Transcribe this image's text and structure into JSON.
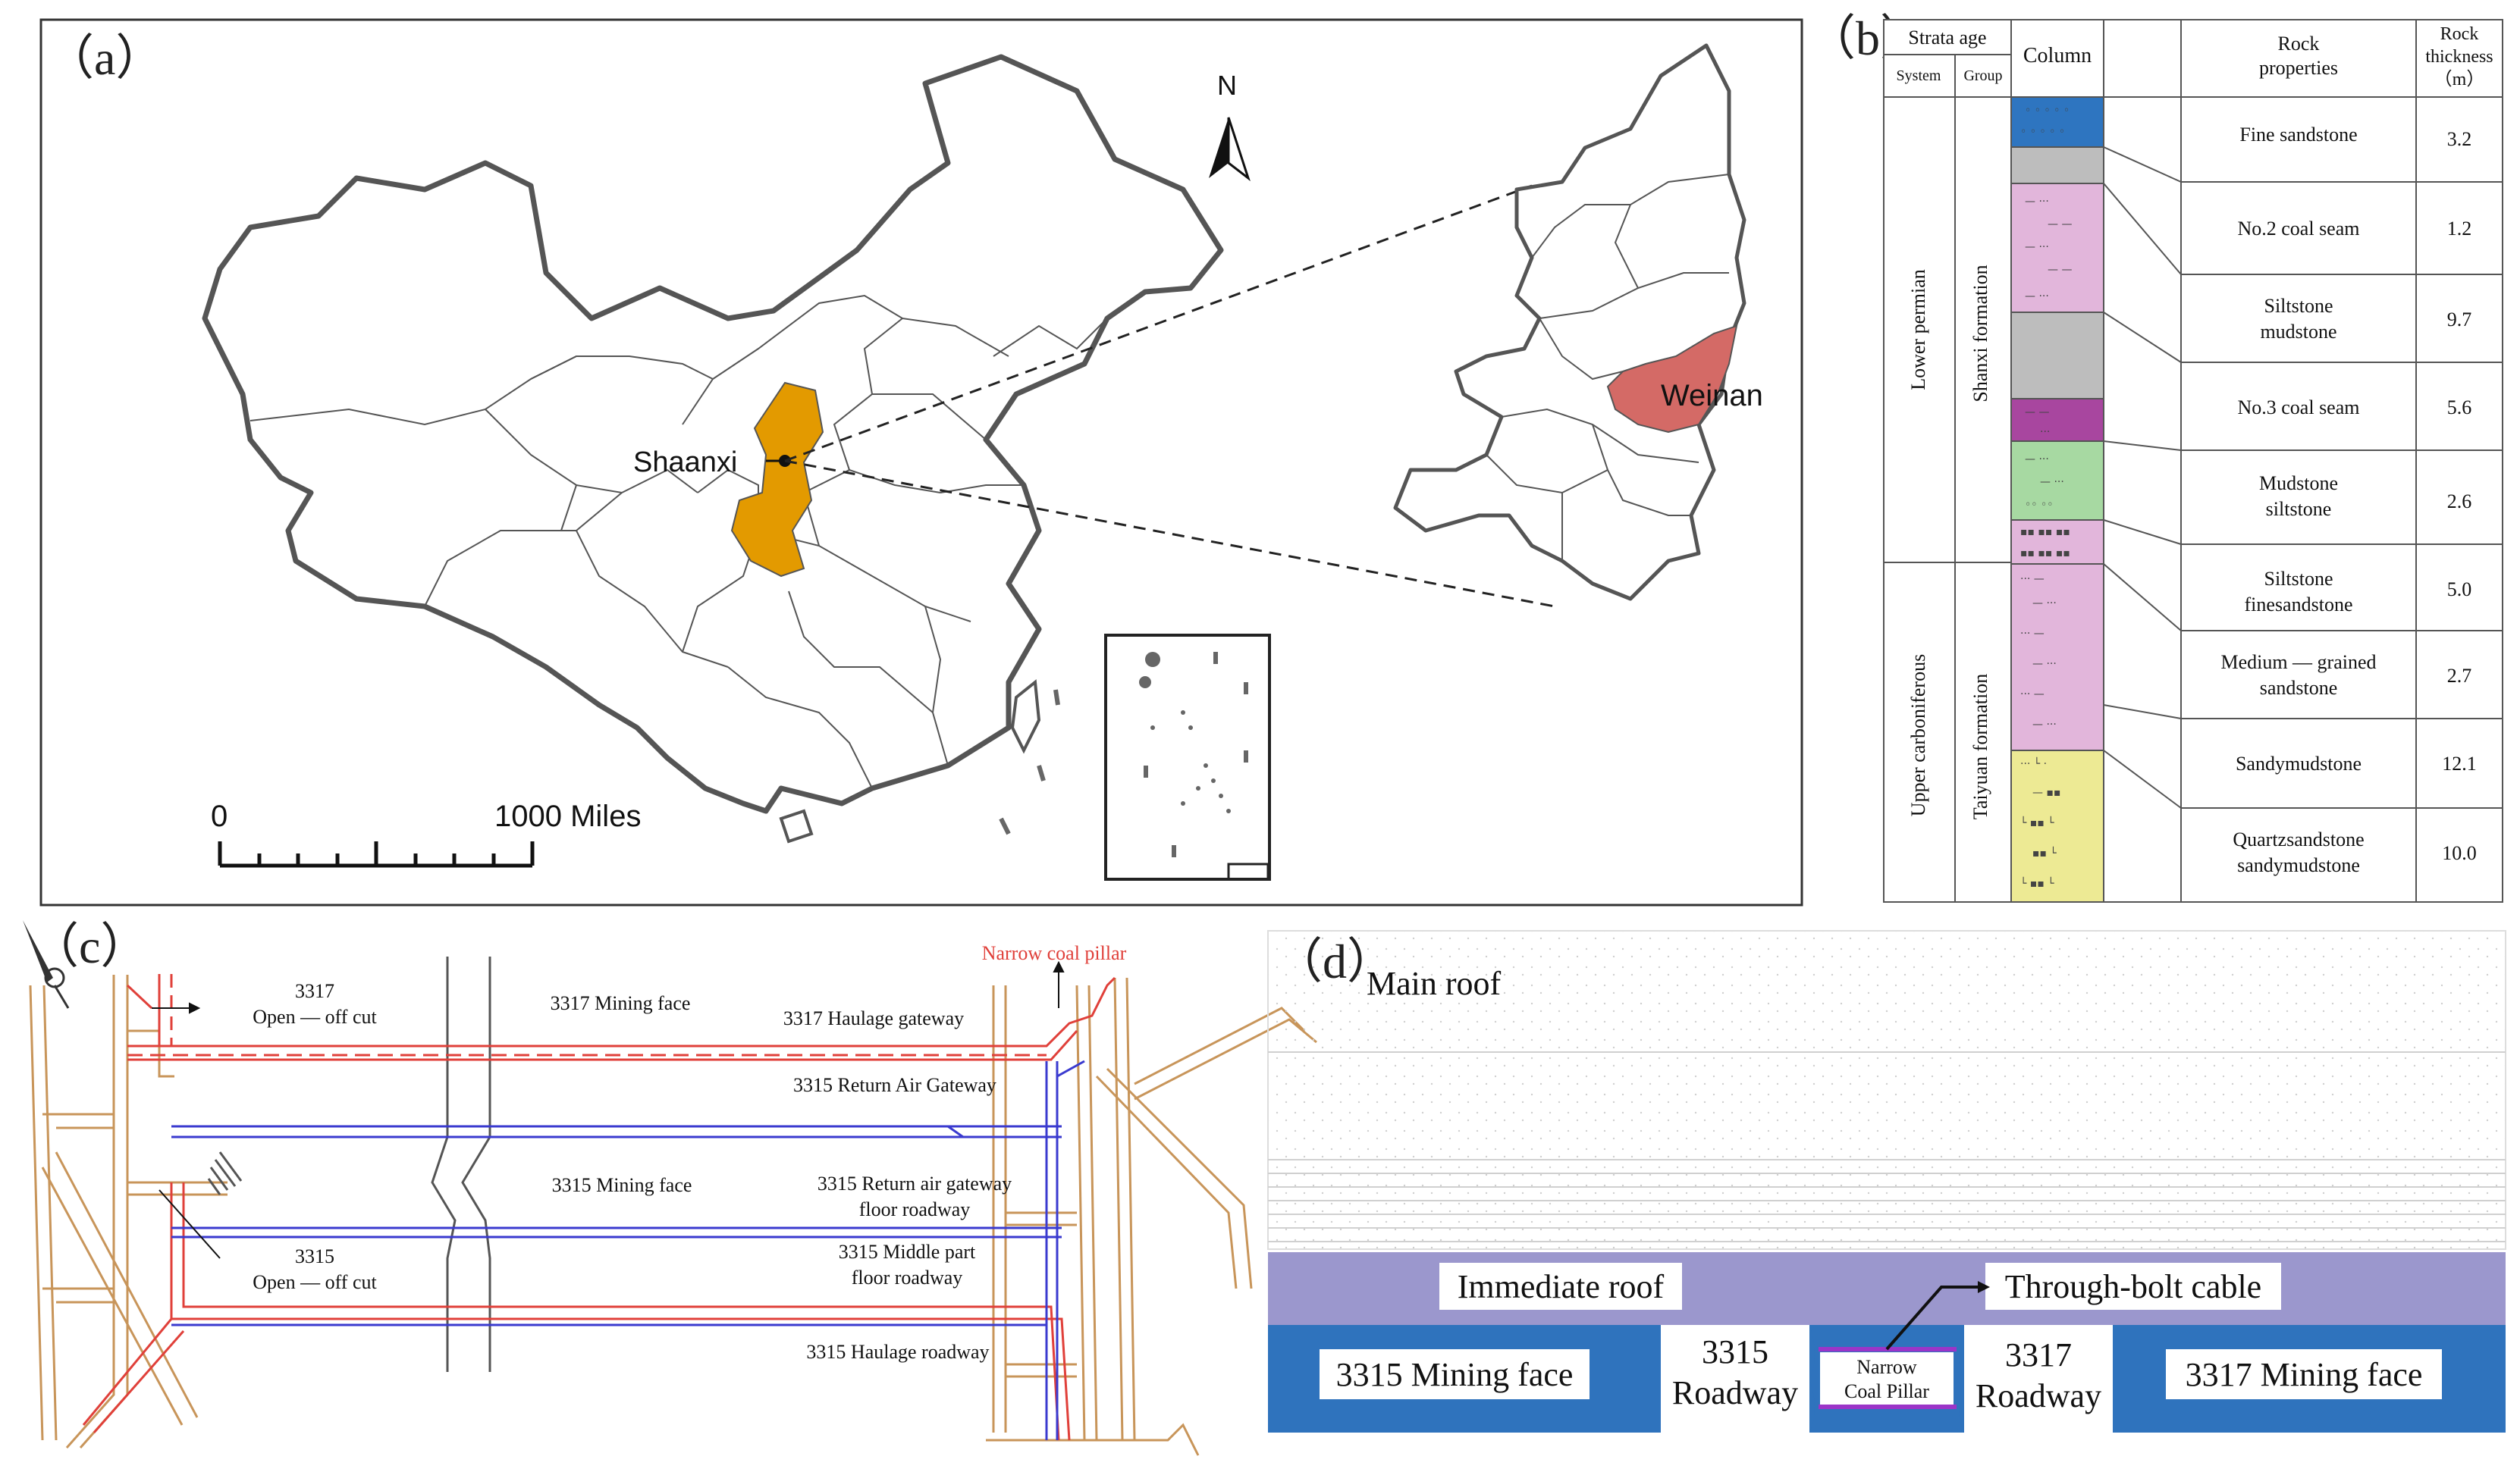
{
  "panel_a": {
    "label": "（a）",
    "shaanxi_label": "Shaanxi",
    "weinan_label": "Weinan",
    "scale_start": "0",
    "scale_end": "1000 Miles",
    "north_label": "N",
    "colors": {
      "shaanxi": "#E39A00",
      "weinan": "#D46A66",
      "border": "#555555"
    }
  },
  "panel_b": {
    "label": "（b）",
    "headers": {
      "strata_age": "Strata age",
      "system": "System",
      "group": "Group",
      "column": "Column",
      "rock_properties": [
        "Rock",
        "properties"
      ],
      "rock_thickness": [
        "Rock",
        "thickness",
        "（m）"
      ]
    },
    "systems": [
      "Lower permian",
      "Upper carboniferous"
    ],
    "groups": [
      "Shanxi formation",
      "Taiyuan formation"
    ],
    "layers": [
      {
        "name": [
          "Fine sandstone"
        ],
        "thickness": "3.2",
        "color": "#2E75C0"
      },
      {
        "name": [
          "No.2  coal seam"
        ],
        "thickness": "1.2",
        "color": "#BDBDBD"
      },
      {
        "name": [
          "Siltstone",
          "mudstone"
        ],
        "thickness": "9.7",
        "color": "#E2B6DB"
      },
      {
        "name": [
          "No.3  coal seam"
        ],
        "thickness": "5.6",
        "color": "#BDBDBD"
      },
      {
        "name": [
          "Mudstone",
          "siltstone"
        ],
        "thickness": "2.6",
        "color": "#A8469F"
      },
      {
        "name": [
          "Siltstone",
          "finesandstone"
        ],
        "thickness": "5.0",
        "color": "#A7D9A2"
      },
      {
        "name": [
          "Medium — grained",
          "sandstone"
        ],
        "thickness": "2.7",
        "color": "#E2B6DB"
      },
      {
        "name": [
          "Sandymudstone"
        ],
        "thickness": "12.1",
        "color": "#E2B6DB"
      },
      {
        "name": [
          "Quartzsandstone",
          "sandymudstone"
        ],
        "thickness": "10.0",
        "color": "#EDEA94"
      }
    ]
  },
  "panel_c": {
    "label": "（c）",
    "narrow_coal_pillar": "Narrow coal pillar",
    "open_off_3317": [
      "3317",
      "Open — off cut"
    ],
    "open_off_3315": [
      "3315",
      "Open — off cut"
    ],
    "mining_face_3317": "3317  Mining face",
    "haulage_gateway_3317": "3317  Haulage gateway",
    "return_air_gateway_3315": "3315  Return Air Gateway",
    "mining_face_3315": "3315  Mining face",
    "return_air_floor_3315": [
      "3315  Return air gateway",
      "floor roadway"
    ],
    "middle_part_3315": [
      "3315  Middle part",
      "floor roadway"
    ],
    "haulage_roadway_3315": "3315  Haulage roadway",
    "colors": {
      "existing": "#C8955A",
      "red": "#E0403A",
      "blue": "#3A3ACF"
    }
  },
  "panel_d": {
    "label": "（d）",
    "main_roof": "Main roof",
    "immediate_roof": "Immediate roof",
    "through_bolt_cable": "Through-bolt cable",
    "mining_face_3315": "3315 Mining face",
    "mining_face_3317": "3317 Mining face",
    "roadway_3315": [
      "3315",
      "Roadway"
    ],
    "roadway_3317": [
      "3317",
      "Roadway"
    ],
    "narrow_pillar": [
      "Narrow",
      "Coal Pillar"
    ],
    "colors": {
      "coal": "#2F73BD",
      "immediate_roof": "#9B97CD",
      "cable": "#9B35C8"
    }
  }
}
